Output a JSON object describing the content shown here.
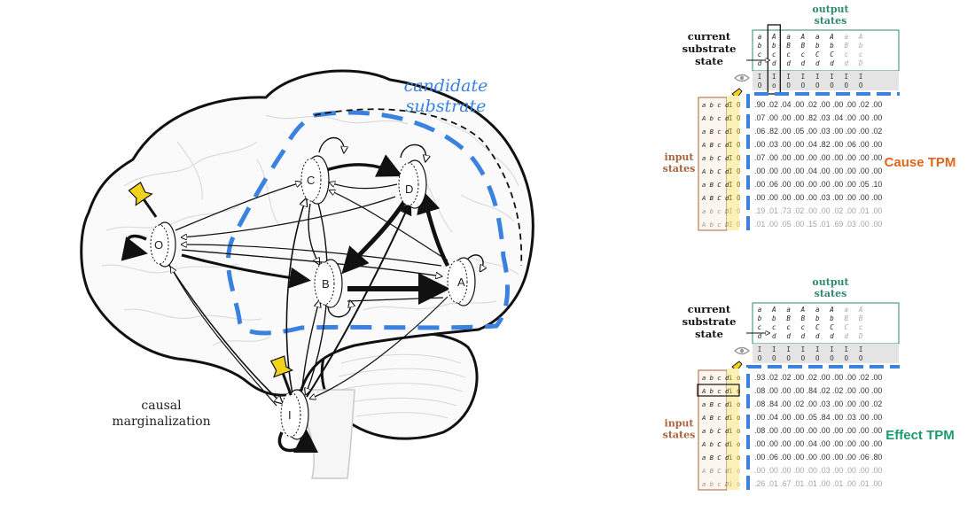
{
  "brain": {
    "candidate_label_line1": "candidate",
    "candidate_label_line2": "substrate",
    "marginalization_line1": "causal",
    "marginalization_line2": "marginalization",
    "nodes": [
      "O",
      "C",
      "D",
      "B",
      "A",
      "I"
    ]
  },
  "cause_panel": {
    "title": "Cause TPM",
    "output_label_1": "output",
    "output_label_2": "states",
    "current_label_1": "current",
    "current_label_2": "substrate",
    "current_label_3": "state",
    "input_label_1": "input",
    "input_label_2": "states",
    "header_rows": [
      [
        "a",
        "A",
        "a",
        "A",
        "a",
        "A",
        "a",
        "A"
      ],
      [
        "b",
        "b",
        "B",
        "B",
        "b",
        "b",
        "B",
        "b"
      ],
      [
        "c",
        "c",
        "c",
        "c",
        "C",
        "C",
        "c",
        "c"
      ],
      [
        "d",
        "d",
        "d",
        "d",
        "d",
        "d",
        "d",
        "D"
      ]
    ],
    "io_rows": [
      [
        "I",
        "I",
        "I",
        "I",
        "I",
        "I",
        "I",
        "I"
      ],
      [
        "O",
        "o",
        "O",
        "O",
        "O",
        "O",
        "O",
        "O"
      ]
    ],
    "row_labels": [
      "a b c d",
      "A b c d",
      "a B c d",
      "A B c d",
      "a b C d",
      "A b C d",
      "a B C d",
      "A B C d",
      "a b c D",
      "A b c D"
    ],
    "row_io": [
      "I O",
      "I O",
      "I O",
      "I O",
      "I O",
      "I O",
      "I O",
      "I O",
      "I O",
      "I O"
    ],
    "rows": [
      ".90 .02 .04 .00 .02 .00 .00 .00 .02 .00",
      ".07 .00 .00 .00 .82 .03 .04 .00 .00 .00",
      ".06 .82 .00 .05 .00 .03 .00 .00 .00 .02",
      ".00 .03 .00 .00 .04 .82 .00 .06 .00 .00",
      ".07 .00 .00 .00 .00 .00 .00 .00 .00 .00",
      ".00 .00 .00 .00 .04 .00 .00 .00 .00 .00",
      ".00 .06 .00 .00 .00 .00 .00 .00 .05 .10",
      ".00 .00 .00 .00 .00 .03 .00 .00 .00 .00",
      ".19 .01 .73 .02 .00 .00 .02 .00 .01 .00",
      ".01 .00 .05 .00 .15 .01 .69 .03 .00 .00"
    ]
  },
  "effect_panel": {
    "title": "Effect TPM",
    "output_label_1": "output",
    "output_label_2": "states",
    "current_label_1": "current",
    "current_label_2": "substrate",
    "current_label_3": "state",
    "input_label_1": "input",
    "input_label_2": "states",
    "header_rows": [
      [
        "a",
        "A",
        "a",
        "A",
        "a",
        "A",
        "a",
        "A"
      ],
      [
        "b",
        "b",
        "B",
        "B",
        "b",
        "b",
        "B",
        "B"
      ],
      [
        "c",
        "c",
        "c",
        "c",
        "C",
        "C",
        "C",
        "c"
      ],
      [
        "d",
        "d",
        "d",
        "d",
        "d",
        "d",
        "d",
        "D"
      ]
    ],
    "io_rows": [
      [
        "I",
        "I",
        "I",
        "I",
        "I",
        "I",
        "I",
        "I"
      ],
      [
        "O",
        "O",
        "O",
        "O",
        "O",
        "O",
        "O",
        "O"
      ]
    ],
    "row_labels": [
      "a b c d",
      "A b c d",
      "a B c d",
      "A B c d",
      "a b C d",
      "A b C d",
      "a B C d",
      "A B C d",
      "a b c D"
    ],
    "row_io": [
      "i o",
      "i o",
      "i o",
      "i o",
      "i o",
      "i o",
      "i o",
      "i o",
      "i o"
    ],
    "rows": [
      ".93 .02 .02 .00 .02 .00 .00 .00 .02 .00",
      ".08 .00 .00 .00 .84 .02 .02 .00 .00 .00",
      ".08 .84 .00 .02 .00 .03 .00 .00 .00 .02",
      ".00 .04 .00 .00 .05 .84 .00 .03 .00 .00",
      ".08 .00 .00 .00 .00 .00 .00 .00 .00 .00",
      ".00 .00 .00 .00 .04 .00 .00 .00 .00 .00",
      ".00 .06 .00 .00 .00 .00 .00 .00 .06 .80",
      ".00 .00 .00 .00 .00 .03 .00 .00 .00 .00",
      ".26 .01 .67 .01 .01 .00 .01 .00 .01 .00"
    ]
  },
  "colors": {
    "candidate_blue": "#3b82e0",
    "cause_orange": "#e0661a",
    "effect_green": "#1a9a6e",
    "teal_header": "#2e8b6f",
    "input_brown": "#a8643a",
    "pin_yellow": "#f2d21b"
  }
}
